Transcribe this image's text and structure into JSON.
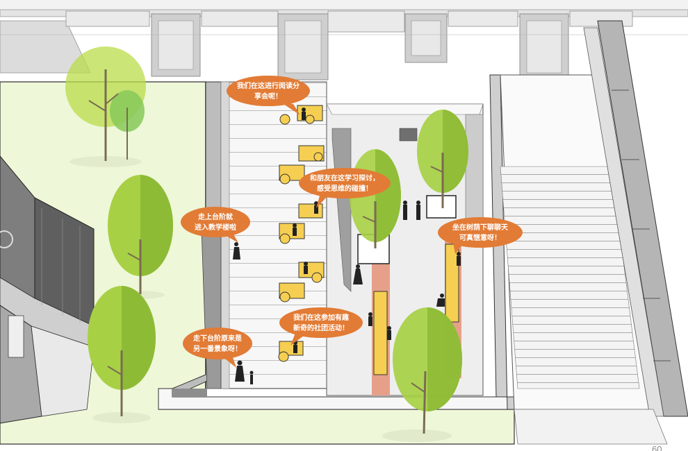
{
  "page_number": "60",
  "bubbles": [
    {
      "id": "reading",
      "lines": [
        "我们在这进行阅读分",
        "享会呢！"
      ]
    },
    {
      "id": "discuss",
      "lines": [
        "和朋友在这学习探讨，",
        "感受思维的碰撞！"
      ]
    },
    {
      "id": "up-stairs",
      "lines": [
        "走上台阶就",
        "进入教学楼啦"
      ]
    },
    {
      "id": "shade",
      "lines": [
        "坐在树荫下聊聊天",
        "可真惬意呀！"
      ]
    },
    {
      "id": "club",
      "lines": [
        "我们在这参加有趣",
        "新奇的社团活动！"
      ]
    },
    {
      "id": "down-stairs",
      "lines": [
        "走下台阶原来是",
        "另一番景象呀！"
      ]
    }
  ],
  "colors": {
    "bubble": "#e27b35",
    "grass": "#eef7d8",
    "tree": "#9cc93a",
    "bench": "#f6cf52",
    "path": "#e6a08a",
    "wall": "#d3d3d3"
  }
}
